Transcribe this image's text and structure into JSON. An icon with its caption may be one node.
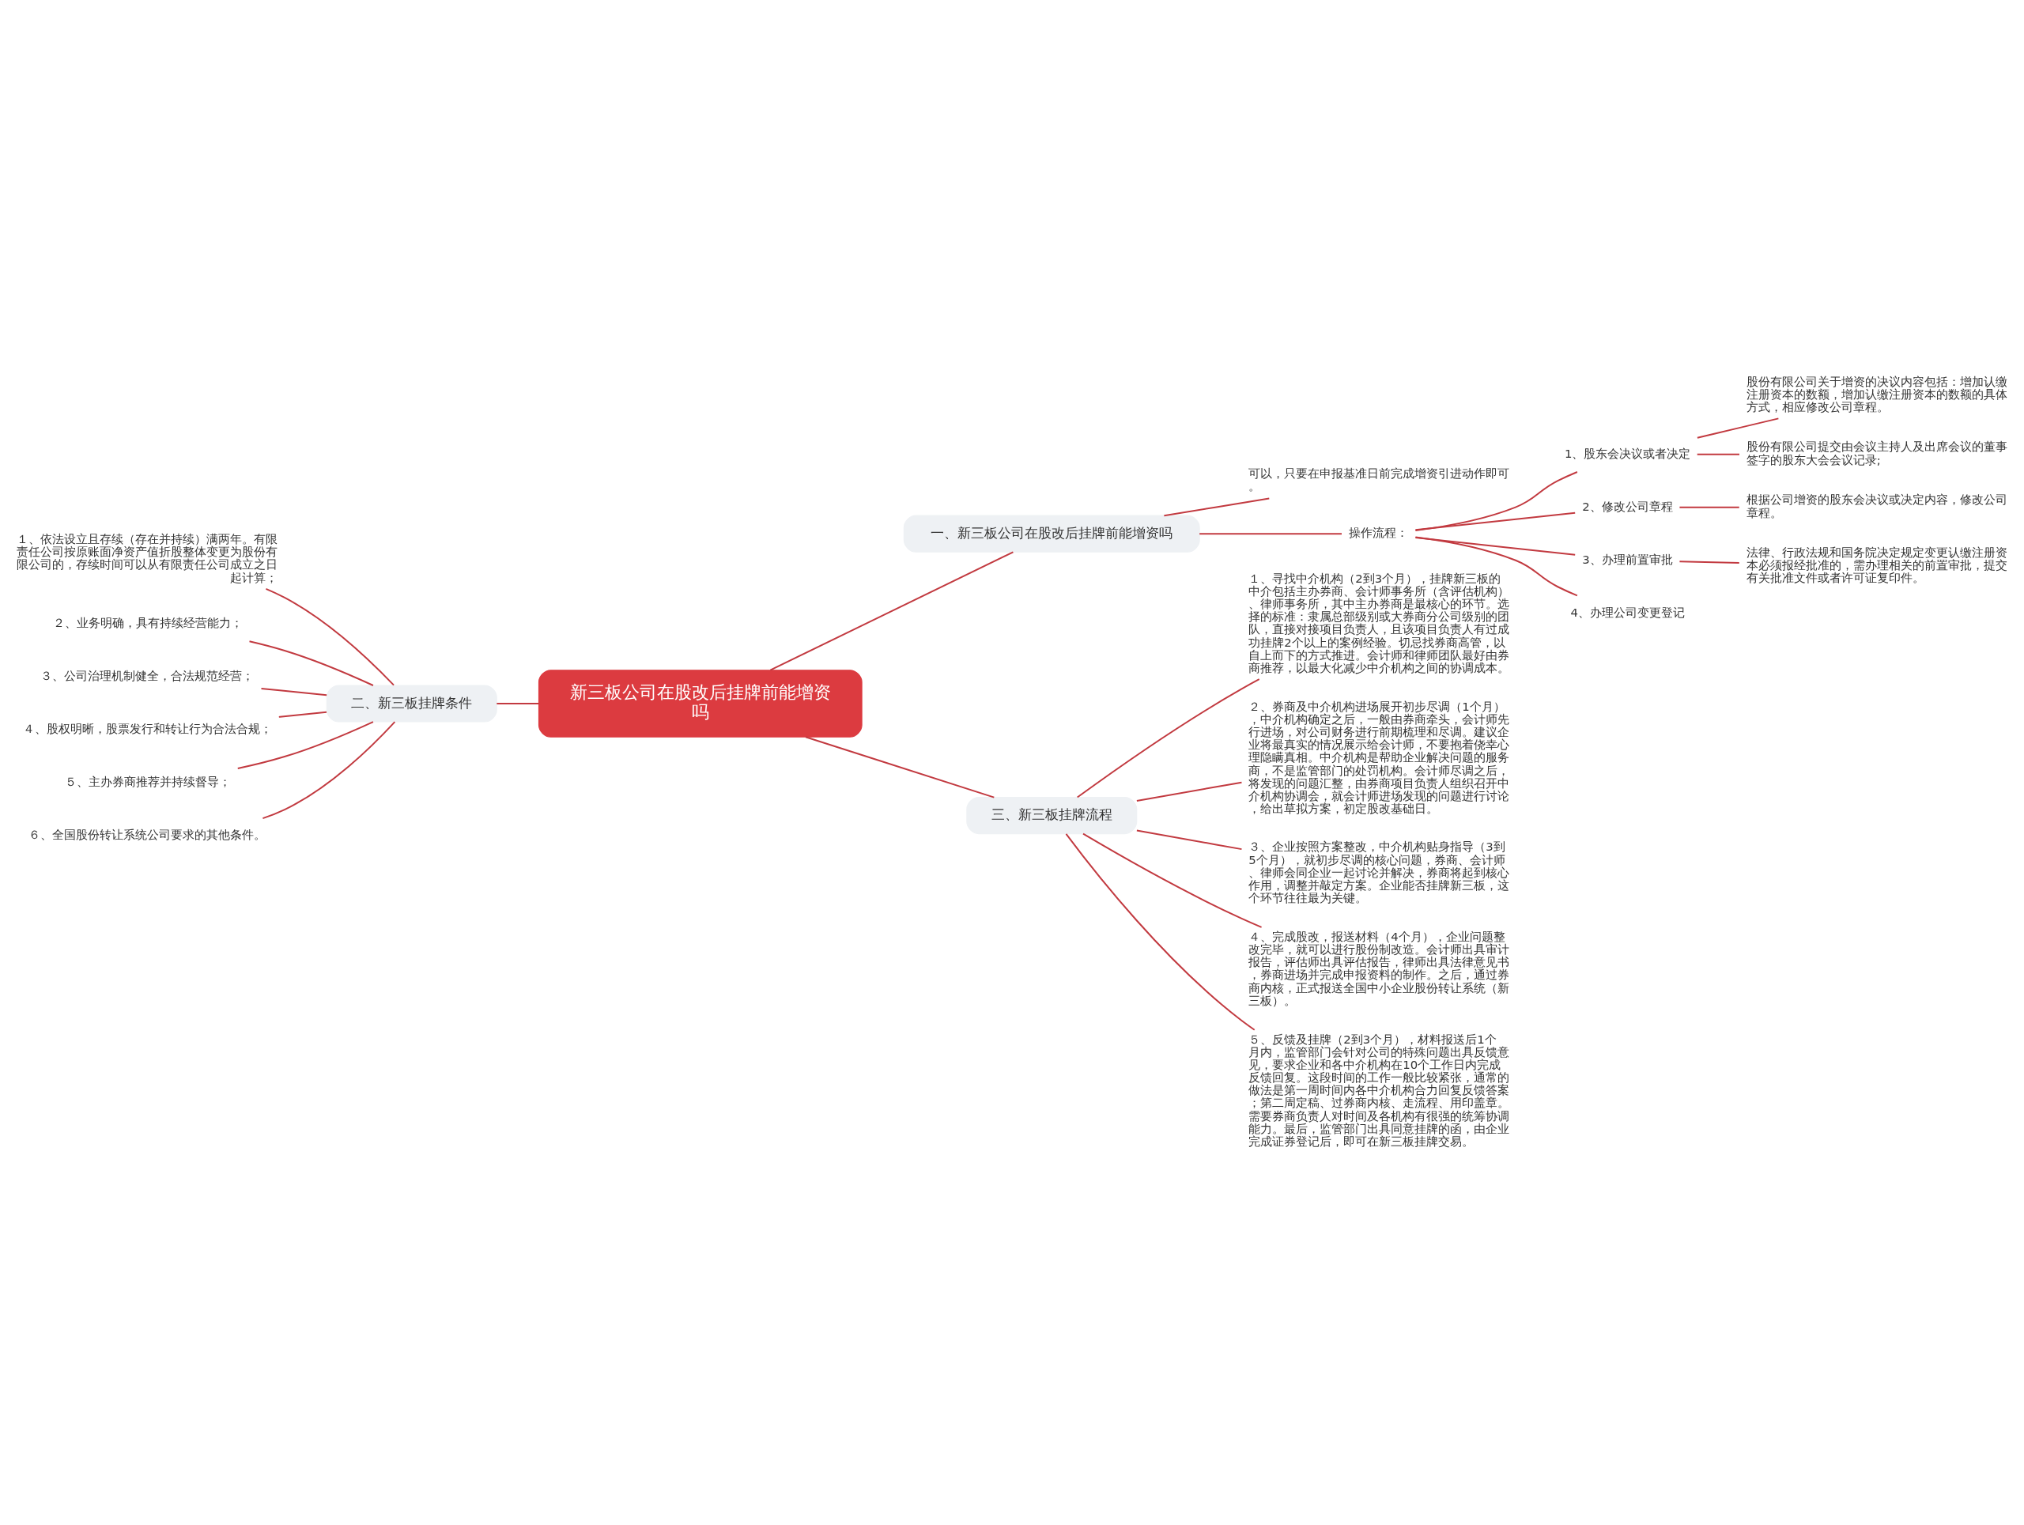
{
  "diagram": {
    "nodes": [
      {
        "text": [
          "新三板公司在股改后挂牌前能增资吗"
        ]
      },
      {
        "text": [
          "一、新三板公司在股改后挂牌前能增资吗"
        ]
      },
      {
        "text": [
          "可以，只要在申报基准日前完成增资引进动作即可。"
        ]
      },
      {
        "text": [
          "操作流程："
        ]
      },
      {
        "text": [
          "1、股东会决议或者决定"
        ]
      },
      {
        "text": [
          "股份有限公司关于增资的决议内容包括：增加认缴注册资本的数额，增加认缴注册资本的数额的具体方式，相应修改公司章程。"
        ]
      },
      {
        "text": [
          "股份有限公司提交由会议主持人及出席会议的董事签字的股东大会会议记录;"
        ]
      },
      {
        "text": [
          "2、修改公司章程"
        ]
      },
      {
        "text": [
          "根据公司增资的股东会决议或决定内容，修改公司章程。"
        ]
      },
      {
        "text": [
          "3、办理前置审批"
        ]
      },
      {
        "text": [
          "法律、行政法规和国务院决定规定变更认缴注册资本必须报经批准的，需办理相关的前置审批，提交有关批准文件或者许可证复印件。"
        ]
      },
      {
        "text": [
          "4、办理公司变更登记"
        ]
      },
      {
        "text": [
          "二、新三板挂牌条件"
        ]
      },
      {
        "text": [
          "１、依法设立且存续（存在并持续）满两年。有限责任公司按原账面净资产值折股整体变更为股份有限公司的，存续时间可以从有限责任公司成立之日起计算；"
        ]
      },
      {
        "text": [
          "２、业务明确，具有持续经营能力；"
        ]
      },
      {
        "text": [
          "３、公司治理机制健全，合法规范经营；"
        ]
      },
      {
        "text": [
          "４、股权明晰，股票发行和转让行为合法合规；"
        ]
      },
      {
        "text": [
          "５、主办券商推荐并持续督导；"
        ]
      },
      {
        "text": [
          "６、全国股份转让系统公司要求的其他条件。"
        ]
      },
      {
        "text": [
          "三、新三板挂牌流程"
        ]
      },
      {
        "text": [
          "１、寻找中介机构（2到3个月），挂牌新三板的中介包括主办券商、会计师事务所（含评估机构）、律师事务所，其中主办券商是最核心的环节。选择的标准：隶属总部级别或大券商分公司级别的团队，直接对接项目负责人，且该项目负责人有过成功挂牌2个以上的案例经验。切忌找券商高管，以自上而下的方式推进。会计师和律师团队最好由券商推荐，以最大化减少中介机构之间的协调成本。"
        ]
      },
      {
        "text": [
          "２、券商及中介机构进场展开初步尽调（1个月），中介机构确定之后，一般由券商牵头，会计师先行进场，对公司财务进行前期梳理和尽调。建议企业将最真实的情况展示给会计师，不要抱着侥幸心理隐瞒真相。中介机构是帮助企业解决问题的服务商，不是监管部门的处罚机构。会计师尽调之后，将发现的问题汇整，由券商项目负责人组织召开中介机构协调会，就会计师进场发现的问题进行讨论，给出草拟方案，初定股改基础日。"
        ]
      },
      {
        "text": [
          "３、企业按照方案整改，中介机构贴身指导（3到5个月），就初步尽调的核心问题，券商、会计师、律师会同企业一起讨论并解决，券商将起到核心作用，调整并敲定方案。企业能否挂牌新三板，这个环节往往最为关键。"
        ]
      },
      {
        "text": [
          "４、完成股改，报送材料（4个月），企业问题整改完毕，就可以进行股份制改造。会计师出具审计报告，评估师出具评估报告，律师出具法律意见书，券商进场并完成申报资料的制作。之后，通过券商内核，正式报送全国中小企业股份转让系统（新三板）。"
        ]
      },
      {
        "text": [
          "５、反馈及挂牌（2到3个月），材料报送后1个月内，监管部门会针对公司的特殊问题出具反馈意见，要求企业和各中介机构在10个工作日内完成反馈回复。这段时间的工作一般比较紧张，通常的做法是第一周时间内各中介机构合力回复反馈答案；第二周定稿、过券商内核、走流程、用印盖章。需要券商负责人对时间及各机构有很强的统筹协调能力。最后，监管部门出具同意挂牌的函，由企业完成证券登记后，即可在新三板挂牌交易。"
        ]
      }
    ],
    "edges": [
      {
        "from": 0,
        "to": 1,
        "arrow": "none"
      },
      {
        "from": 1,
        "to": 2,
        "arrow": "none"
      },
      {
        "from": 1,
        "to": 3,
        "arrow": "none"
      },
      {
        "from": 3,
        "to": 4,
        "arrow": "none"
      },
      {
        "from": 4,
        "to": 5,
        "arrow": "none"
      },
      {
        "from": 4,
        "to": 6,
        "arrow": "none"
      },
      {
        "from": 3,
        "to": 7,
        "arrow": "none"
      },
      {
        "from": 7,
        "to": 8,
        "arrow": "none"
      },
      {
        "from": 3,
        "to": 9,
        "arrow": "none"
      },
      {
        "from": 9,
        "to": 10,
        "arrow": "none"
      },
      {
        "from": 3,
        "to": 11,
        "arrow": "none"
      },
      {
        "from": 0,
        "to": 12,
        "arrow": "none"
      },
      {
        "from": 12,
        "to": 13,
        "arrow": "none"
      },
      {
        "from": 12,
        "to": 14,
        "arrow": "none"
      },
      {
        "from": 12,
        "to": 15,
        "arrow": "none"
      },
      {
        "from": 12,
        "to": 16,
        "arrow": "none"
      },
      {
        "from": 12,
        "to": 17,
        "arrow": "none"
      },
      {
        "from": 12,
        "to": 18,
        "arrow": "none"
      },
      {
        "from": 0,
        "to": 19,
        "arrow": "none"
      },
      {
        "from": 19,
        "to": 20,
        "arrow": "none"
      },
      {
        "from": 19,
        "to": 21,
        "arrow": "none"
      },
      {
        "from": 19,
        "to": 22,
        "arrow": "none"
      },
      {
        "from": 19,
        "to": 23,
        "arrow": "none"
      },
      {
        "from": 19,
        "to": 24,
        "arrow": "none"
      }
    ]
  }
}
